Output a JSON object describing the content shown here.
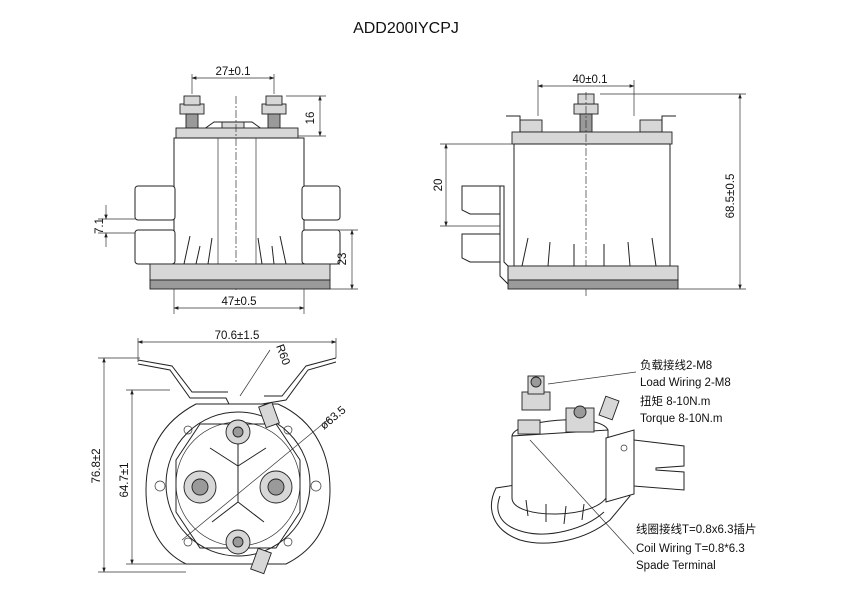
{
  "title": "ADD200IYCPJ",
  "front_view": {
    "dim_top": "27±0.1",
    "dim_terminal_height": "16",
    "dim_side_left": "7.1",
    "dim_side_right": "23",
    "dim_bottom": "47±0.5"
  },
  "side_view": {
    "dim_top": "40±0.1",
    "dim_bracket": "20",
    "dim_height": "68.5±0.5"
  },
  "top_view": {
    "dim_width": "70.6±1.5",
    "dim_radius": "R60",
    "dim_diameter": "ø63.5",
    "dim_height_outer": "76.8±2",
    "dim_height_inner": "64.7±1"
  },
  "iso_view": {
    "load_cn": "负载接线2-M8",
    "load_en": "Load Wiring 2-M8",
    "torque_cn": "扭矩 8-10N.m",
    "torque_en": "Torque 8-10N.m",
    "coil_cn": "线圈接线T=0.8x6.3插片",
    "coil_en": "Coil Wiring T=0.8*6.3",
    "spade_en": "Spade Terminal"
  }
}
